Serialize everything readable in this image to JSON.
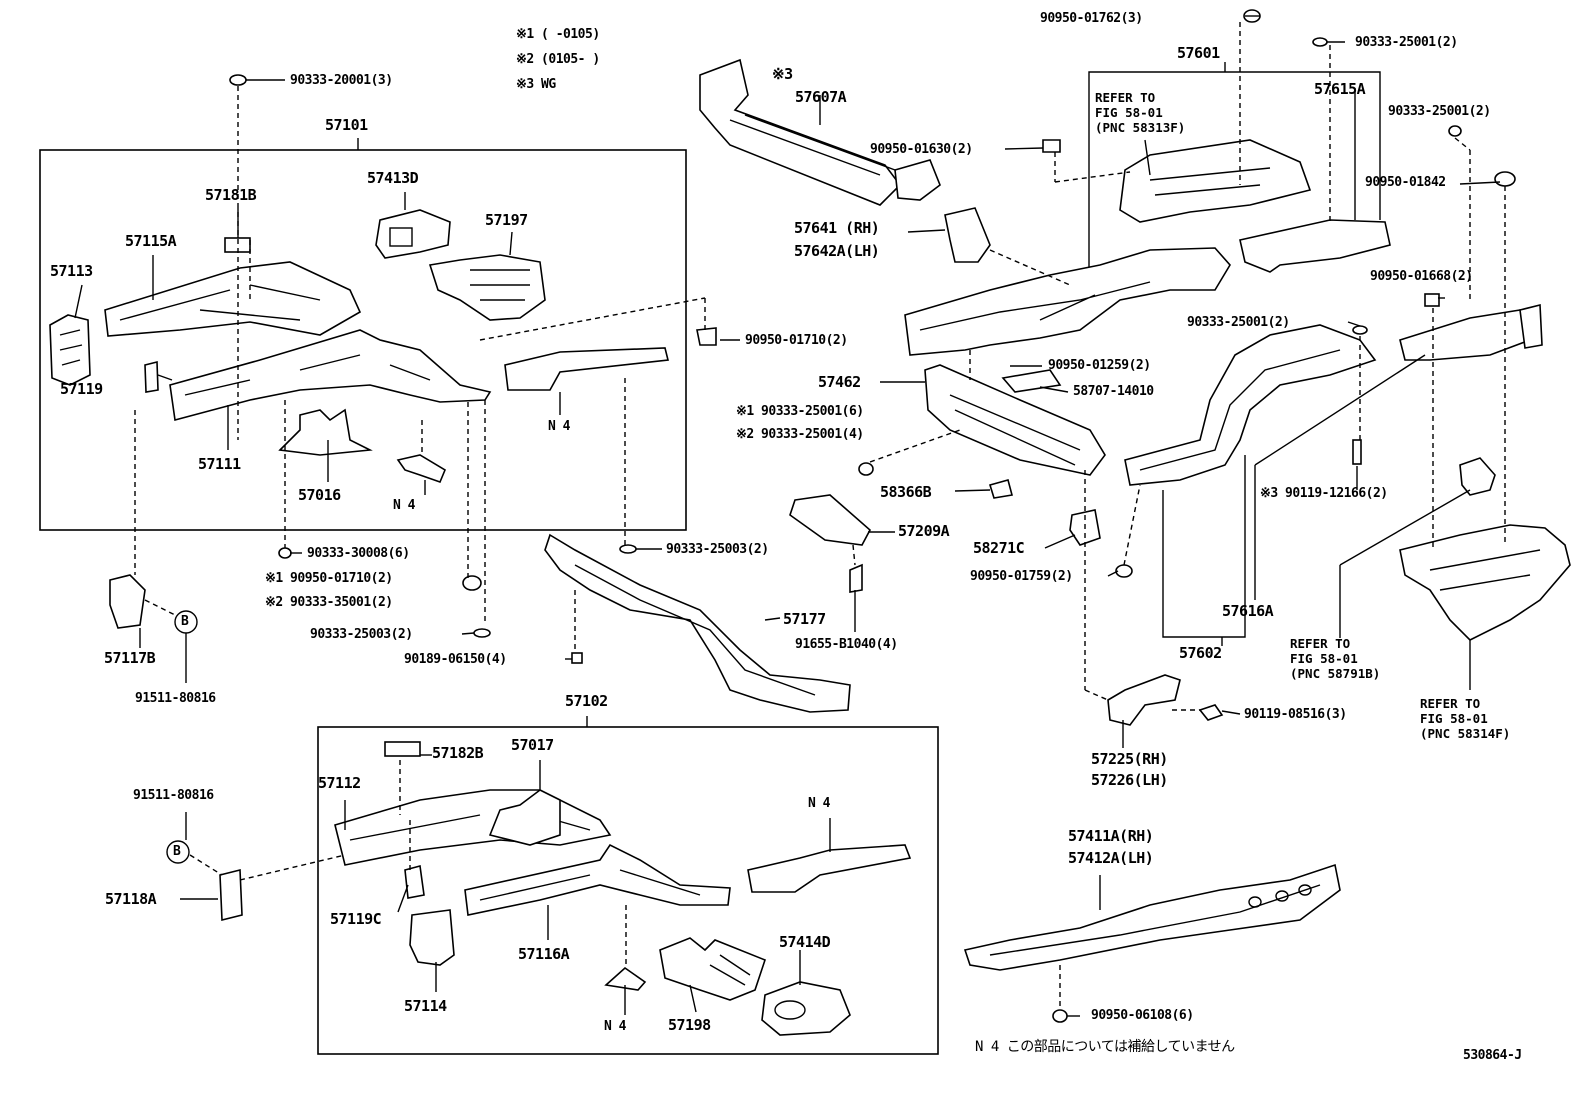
{
  "notes": {
    "n1": "※1 (      -0105)",
    "n2": "※2 (0105-      )",
    "n3": "※3 WG"
  },
  "labels": {
    "p57101": "57101",
    "p57102": "57102",
    "p57181B": "57181B",
    "p57413D": "57413D",
    "p57197": "57197",
    "p57115A": "57115A",
    "p57113": "57113",
    "p57119": "57119",
    "p57111": "57111",
    "p57016": "57016",
    "n4a": "N 4",
    "n4b": "N 4",
    "n4c": "N 4",
    "n4d": "N 4",
    "f90333_20001": "90333-20001(3)",
    "f90950_01710": "90950-01710(2)",
    "f90333_30008": "90333-30008(6)",
    "m1_90950_01710": "※1  90950-01710(2)",
    "m2_90333_35001": "※2  90333-35001(2)",
    "f90333_25003a": "90333-25003(2)",
    "f90333_25003b": "90333-25003(2)",
    "f90189_06150": "90189-06150(4)",
    "p57117B": "57117B",
    "f91511_80816a": "91511-80816",
    "f91511_80816b": "91511-80816",
    "b1": "B",
    "b2": "B",
    "p57118A": "57118A",
    "p57182B": "57182B",
    "p57017": "57017",
    "p57112": "57112",
    "p57119C": "57119C",
    "p57114": "57114",
    "p57116A": "57116A",
    "p57198": "57198",
    "p57414D": "57414D",
    "p57607A": "57607A",
    "m3a": "※3",
    "f90950_01630": "90950-01630(2)",
    "p57641": "57641 (RH)",
    "p57642A": "57642A(LH)",
    "p57462": "57462",
    "f90950_01259": "90950-01259(2)",
    "f58707_14010": "58707-14010",
    "m1_90333_25001": "※1  90333-25001(6)",
    "m2_90333_25001": "※2  90333-25001(4)",
    "p58366B": "58366B",
    "p57209A": "57209A",
    "p58271C": "58271C",
    "f90950_01759": "90950-01759(2)",
    "p57177": "57177",
    "f91655_B1040": "91655-B1040(4)",
    "f90950_01762": "90950-01762(3)",
    "p57601": "57601",
    "f90333_25001a": "90333-25001(2)",
    "p57615A": "57615A",
    "f90333_25001b": "90333-25001(2)",
    "f90950_01842": "90950-01842",
    "f90950_01668": "90950-01668(2)",
    "f90333_25001c": "90333-25001(2)",
    "m3_90119_12166": "※3 90119-12166(2)",
    "p57616A": "57616A",
    "p57602": "57602",
    "f90119_08516": "90119-08516(3)",
    "p57225": "57225(RH)",
    "p57226": "57226(LH)",
    "p57411A": "57411A(RH)",
    "p57412A": "57412A(LH)",
    "f90950_06108": "90950-06108(6)",
    "footnote": "N 4 この部品については補給していません",
    "diagram_code": "530864-J"
  },
  "refers": {
    "r1": "REFER TO\nFIG 58-01\n(PNC 58313F)",
    "r2": "REFER TO\nFIG 58-01\n(PNC 58791B)",
    "r3": "REFER TO\nFIG 58-01\n(PNC 58314F)"
  }
}
